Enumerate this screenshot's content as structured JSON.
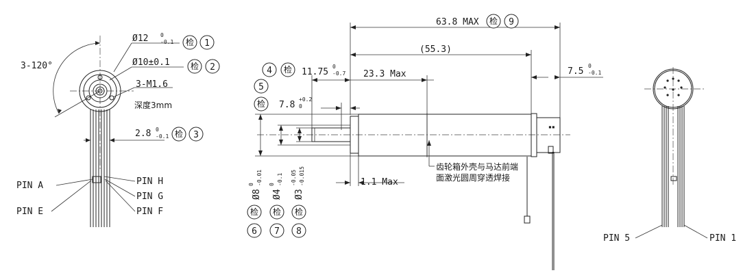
{
  "left_view": {
    "angle": "3-120°",
    "dia_outer": {
      "sym": "Ø",
      "value": "12",
      "tol_up": "0",
      "tol_low": "-0.1",
      "insp": "检",
      "num": "1"
    },
    "dia_inner": {
      "sym": "Ø",
      "value": "10±0.1",
      "insp": "检",
      "num": "2"
    },
    "thread": "3-M1.6",
    "depth": "深度3mm",
    "width": {
      "value": "2.8",
      "tol_up": "0",
      "tol_low": "-0.1",
      "insp": "检",
      "num": "3"
    },
    "pins": {
      "a": "PIN A",
      "e": "PIN E",
      "h": "PIN H",
      "g": "PIN G",
      "f": "PIN F"
    }
  },
  "side_view": {
    "overall": {
      "value": "63.8 MAX",
      "insp": "检",
      "num": "9"
    },
    "body_ref": "(55.3)",
    "rear": {
      "value": "7.5",
      "tol_up": "0",
      "tol_low": "-0.1"
    },
    "shaft_len": {
      "num": "4",
      "insp": "检",
      "value": "11.75",
      "tol_up": "0",
      "tol_low": "-0.7"
    },
    "gearbox_len": "23.3 Max",
    "shoulder": {
      "num": "5",
      "insp": "检",
      "value": "7.8",
      "tol_up": "+0.2",
      "tol_low": "0"
    },
    "flange": "1.1 Max",
    "dia_8": {
      "sym": "Ø",
      "value": "8",
      "tol_up": "0",
      "tol_low": "-0.01",
      "insp": "检",
      "num": "6"
    },
    "dia_4": {
      "sym": "Ø",
      "value": "4",
      "tol_up": "0",
      "tol_low": "-0.1",
      "insp": "检",
      "num": "7"
    },
    "dia_3": {
      "sym": "Ø",
      "value": "3",
      "tol_up": "-0.05",
      "tol_low": "-0.015",
      "insp": "检",
      "num": "8"
    },
    "weld_note_1": "齿轮箱外壳与马达前端",
    "weld_note_2": "面激光圆周穿透焊接"
  },
  "right_view": {
    "pins": {
      "five": "PIN 5",
      "one": "PIN 1"
    }
  }
}
